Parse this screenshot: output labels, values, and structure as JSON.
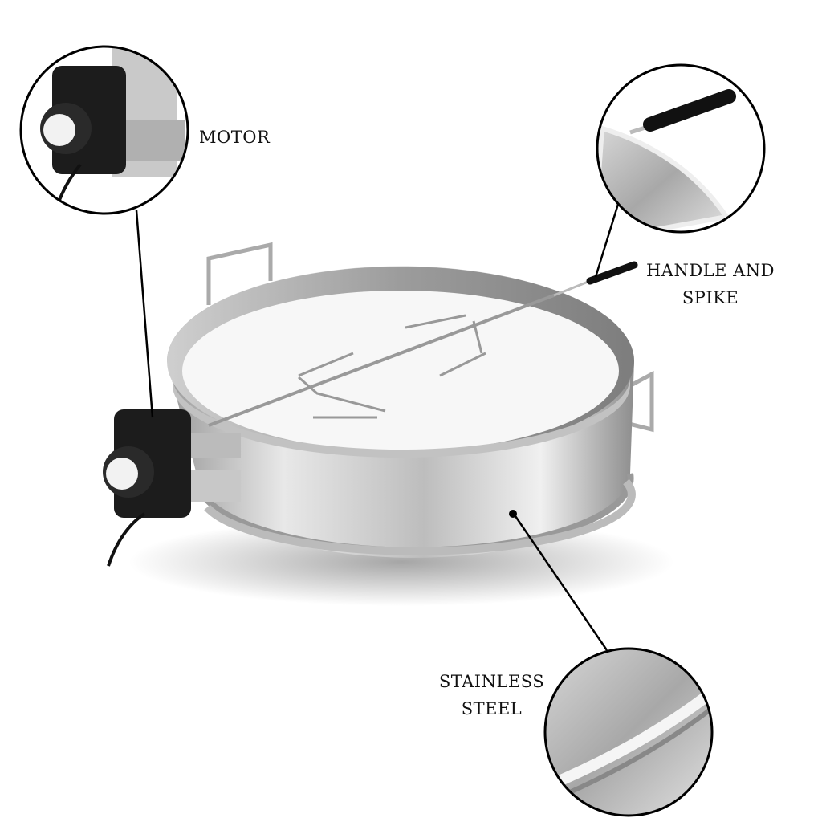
{
  "callouts": {
    "motor": {
      "label": "MOTOR"
    },
    "handle": {
      "label_line1": "HANDLE AND",
      "label_line2": "SPIKE"
    },
    "steel": {
      "label_line1": "STAINLESS",
      "label_line2": "STEEL"
    }
  },
  "colors": {
    "steel_light": "#e6e6e6",
    "steel_dark": "#8a8a8a",
    "motor": "#1c1c1c",
    "line": "#000000"
  }
}
